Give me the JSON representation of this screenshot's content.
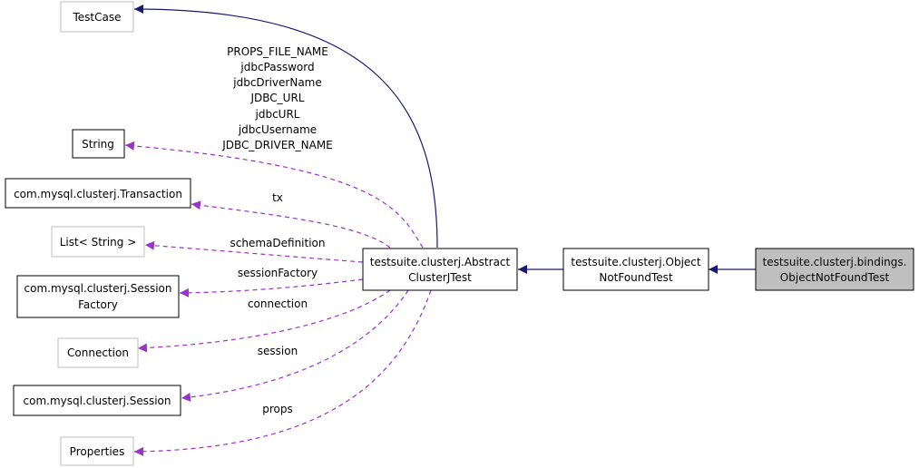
{
  "colors": {
    "inheritance_edge": "#191970",
    "usage_edge": "#9a32cd",
    "highlight_fill": "#bfbfbf",
    "node_border": "#000000",
    "external_border": "#bfbfbf"
  },
  "nodes": {
    "testcase": {
      "lines": [
        "TestCase"
      ]
    },
    "string": {
      "lines": [
        "String"
      ]
    },
    "transaction": {
      "lines": [
        "com.mysql.clusterj.Transaction"
      ]
    },
    "list_string": {
      "lines": [
        "List< String >"
      ]
    },
    "session_factory": {
      "lines": [
        "com.mysql.clusterj.Session",
        "Factory"
      ]
    },
    "connection": {
      "lines": [
        "Connection"
      ]
    },
    "session": {
      "lines": [
        "com.mysql.clusterj.Session"
      ]
    },
    "properties": {
      "lines": [
        "Properties"
      ]
    },
    "abstract": {
      "lines": [
        "testsuite.clusterj.Abstract",
        "ClusterJTest"
      ]
    },
    "object_not_found": {
      "lines": [
        "testsuite.clusterj.Object",
        "NotFoundTest"
      ]
    },
    "bindings_object_not_found": {
      "lines": [
        "testsuite.clusterj.bindings.",
        "ObjectNotFoundTest"
      ]
    }
  },
  "edge_labels": {
    "string_fields": [
      "PROPS_FILE_NAME",
      "jdbcPassword",
      "jdbcDriverName",
      "JDBC_URL",
      "jdbcURL",
      "jdbcUsername",
      "JDBC_DRIVER_NAME"
    ],
    "tx": "tx",
    "schemaDefinition": "schemaDefinition",
    "sessionFactory": "sessionFactory",
    "connection": "connection",
    "session": "session",
    "props": "props"
  }
}
